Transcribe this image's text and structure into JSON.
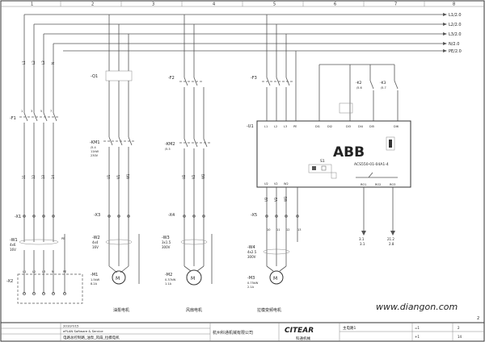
{
  "frame": {
    "top_ticks": [
      "1",
      "2",
      "3",
      "4",
      "5",
      "6",
      "7",
      "8"
    ],
    "sheet_no": "2"
  },
  "busbars": {
    "labels": [
      "L1/2.0",
      "L2/2.0",
      "L3/2.0",
      "N/2.0",
      "PE/2.0"
    ],
    "drop_labels": [
      "L1",
      "L2",
      "L3",
      "N"
    ]
  },
  "main_breaker": {
    "tag": "-F1",
    "poles": [
      "1",
      "3",
      "5",
      "7"
    ],
    "cables": [
      "11",
      "12",
      "13",
      "14"
    ]
  },
  "terminal_x1": {
    "tag": "-X1"
  },
  "motor_cable_1": {
    "tag": "-W1",
    "lines": [
      "4x6",
      "16V"
    ]
  },
  "plug": {
    "tag": "-X2",
    "terminals": [
      "L1",
      "L2",
      "L3",
      "N",
      "PE"
    ]
  },
  "pump_branch": {
    "breaker": "-Q1",
    "contactor": {
      "tag": "-KM1",
      "lines": [
        "/5.4",
        "11kW",
        "230V"
      ]
    },
    "cable": {
      "tag": "-W2",
      "lines": [
        "4x4",
        "16V"
      ]
    },
    "terminal": "-X3",
    "motor": {
      "tag": "-M1",
      "lines": [
        "1.5kW",
        "8.2A"
      ]
    },
    "caption": "油泵电机",
    "wires": [
      "U1",
      "V1",
      "W1"
    ]
  },
  "fan_branch": {
    "breaker": "-F2",
    "contactor": {
      "tag": "-KM2",
      "lines": [
        "/5.5"
      ]
    },
    "cable": {
      "tag": "-W3",
      "lines": [
        "3x1.5",
        "300V"
      ]
    },
    "terminal": "-X4",
    "motor": {
      "tag": "-M2",
      "lines": [
        "0.37kW",
        "1.1A"
      ]
    },
    "caption": "风扇电机",
    "wires": [
      "U2",
      "V2",
      "W2"
    ]
  },
  "vfd_branch": {
    "breaker": "-F3",
    "cable": {
      "tag": "-W4",
      "lines": [
        "4x2.5",
        "300V"
      ]
    },
    "terminal": "-X5",
    "motor": {
      "tag": "-M3",
      "lines": [
        "0.75kW",
        "2.1A"
      ]
    },
    "caption": "拉模变频电机",
    "wires": [
      "U3",
      "V3",
      "W3"
    ]
  },
  "aux_contacts": {
    "tags": [
      "-K2",
      "-K3"
    ],
    "refs": [
      "/5.6",
      "/5.7"
    ]
  },
  "vfd": {
    "tag": "-U1",
    "brand": "ABB",
    "model": "ACS550-01-04A1-4",
    "dip": "S1",
    "input_terms": [
      "L1",
      "L2",
      "L3",
      "PE"
    ],
    "output_terms": [
      "U2",
      "V2",
      "W2"
    ],
    "top_terms": [
      "DI1",
      "DI2",
      "DI3",
      "DI4",
      "DI5",
      "DI6"
    ],
    "relay_terms": [
      "RO1",
      "RO2",
      "RO3"
    ],
    "relay_refs": [
      "3.1",
      "21.2"
    ],
    "relay_subrefs": [
      "3.1",
      "2.8"
    ],
    "bottom_nums": [
      "10",
      "11",
      "12",
      "13"
    ]
  },
  "title_block": {
    "date": "2010/7/15",
    "company_en": "ePLAN Software & Service",
    "drawing_title": "电路总控制路_油泵_风扇_拉模电机",
    "company_cn": "杭州科通机械有限公司",
    "logo": "CITEAR",
    "logo_sub": "科通机械",
    "project": "主电路1",
    "sheet_ref": "=1",
    "sheet_ref2": "+1",
    "page": "2",
    "pages": "14"
  },
  "watermark": "www.diangon.com"
}
